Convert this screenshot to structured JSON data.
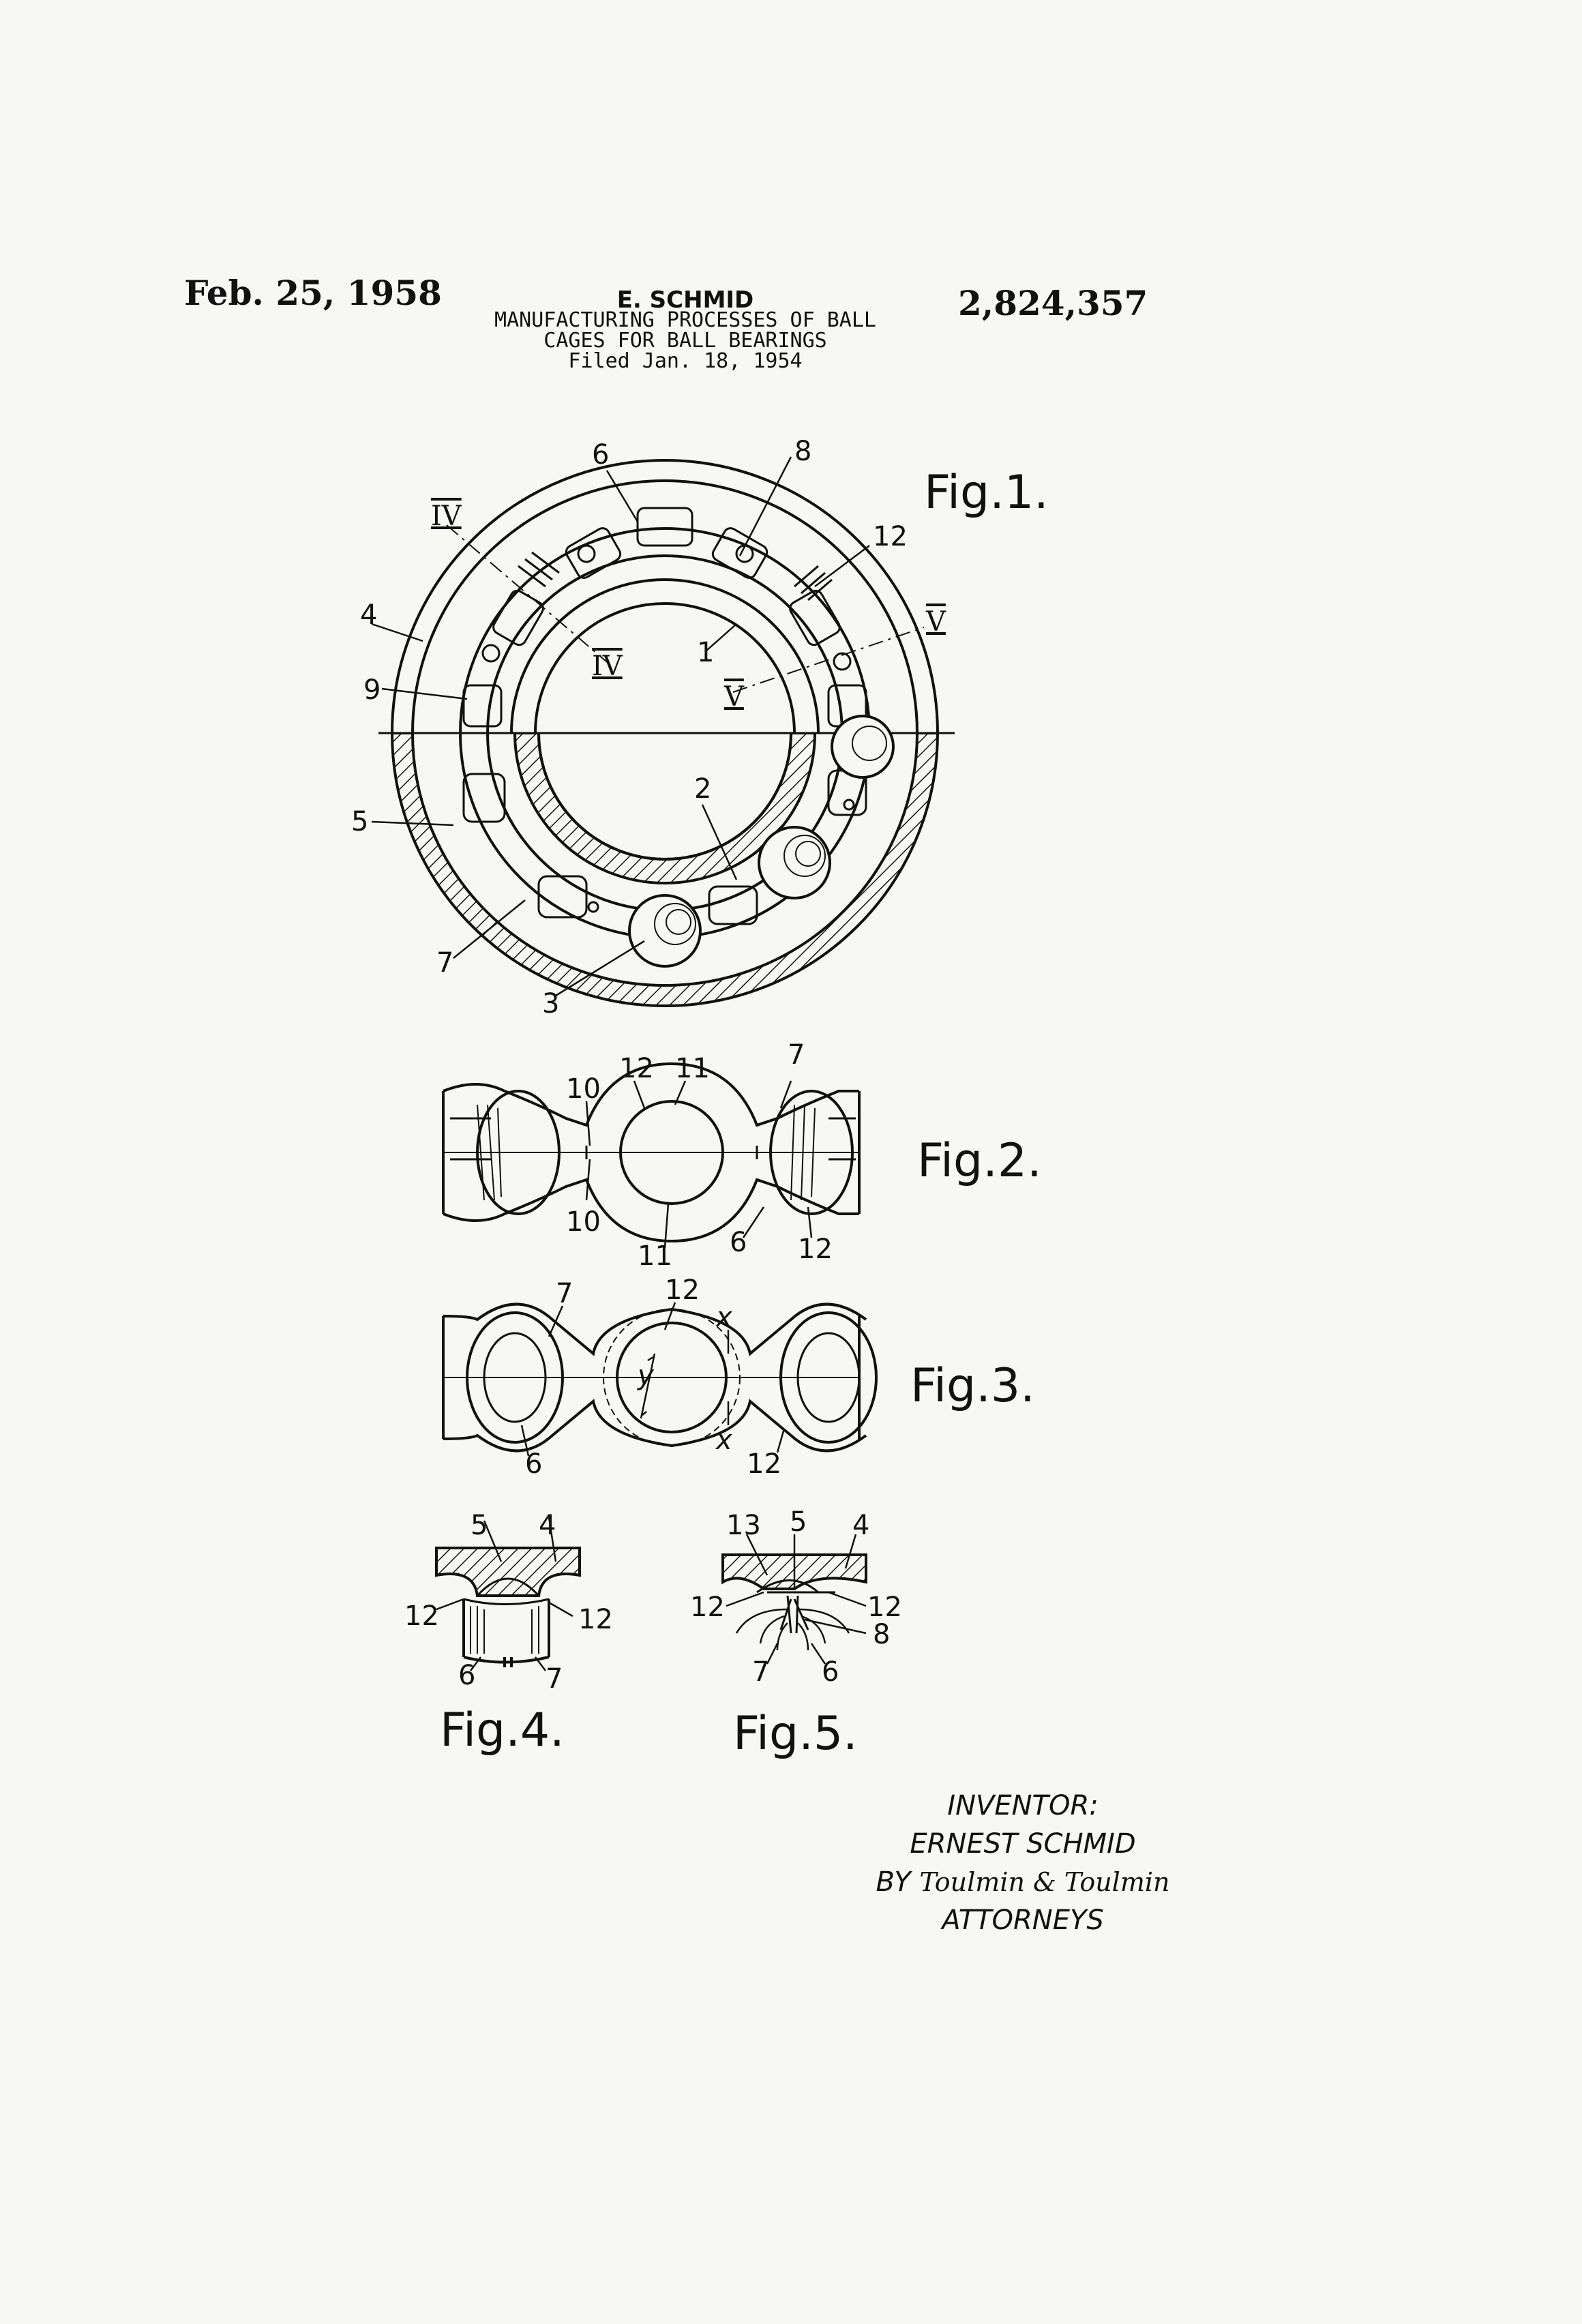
{
  "header": {
    "date": "Feb. 25, 1958",
    "inventor": "E. SCHMID",
    "title_line1": "MANUFACTURING PROCESSES OF BALL",
    "title_line2": "CAGES FOR BALL BEARINGS",
    "filed": "Filed Jan. 18, 1954",
    "patent_number": "2,824,357"
  },
  "figures": {
    "fig1": {
      "label": "Fig.1.",
      "refs": [
        "6",
        "8",
        "12",
        "IV",
        "4",
        "IV",
        "1",
        "V",
        "V",
        "9",
        "2",
        "5",
        "7",
        "3"
      ]
    },
    "fig2": {
      "label": "Fig.2.",
      "refs": [
        "12",
        "11",
        "7",
        "10",
        "10",
        "11",
        "6",
        "12"
      ]
    },
    "fig3": {
      "label": "Fig.3.",
      "refs": [
        "7",
        "12",
        "x",
        "y",
        "x",
        "6",
        "12"
      ]
    },
    "fig4": {
      "label": "Fig.4.",
      "refs": [
        "5",
        "4",
        "12",
        "12",
        "6",
        "7"
      ]
    },
    "fig5": {
      "label": "Fig.5.",
      "refs": [
        "13",
        "5",
        "4",
        "12",
        "12",
        "8",
        "7",
        "6"
      ]
    }
  },
  "signature": {
    "inventor_heading": "INVENTOR:",
    "inventor_name": "ERNEST SCHMID",
    "by": "BY",
    "attorney_signature": "Toulmin & Toulmin",
    "attorneys_label": "ATTORNEYS"
  }
}
